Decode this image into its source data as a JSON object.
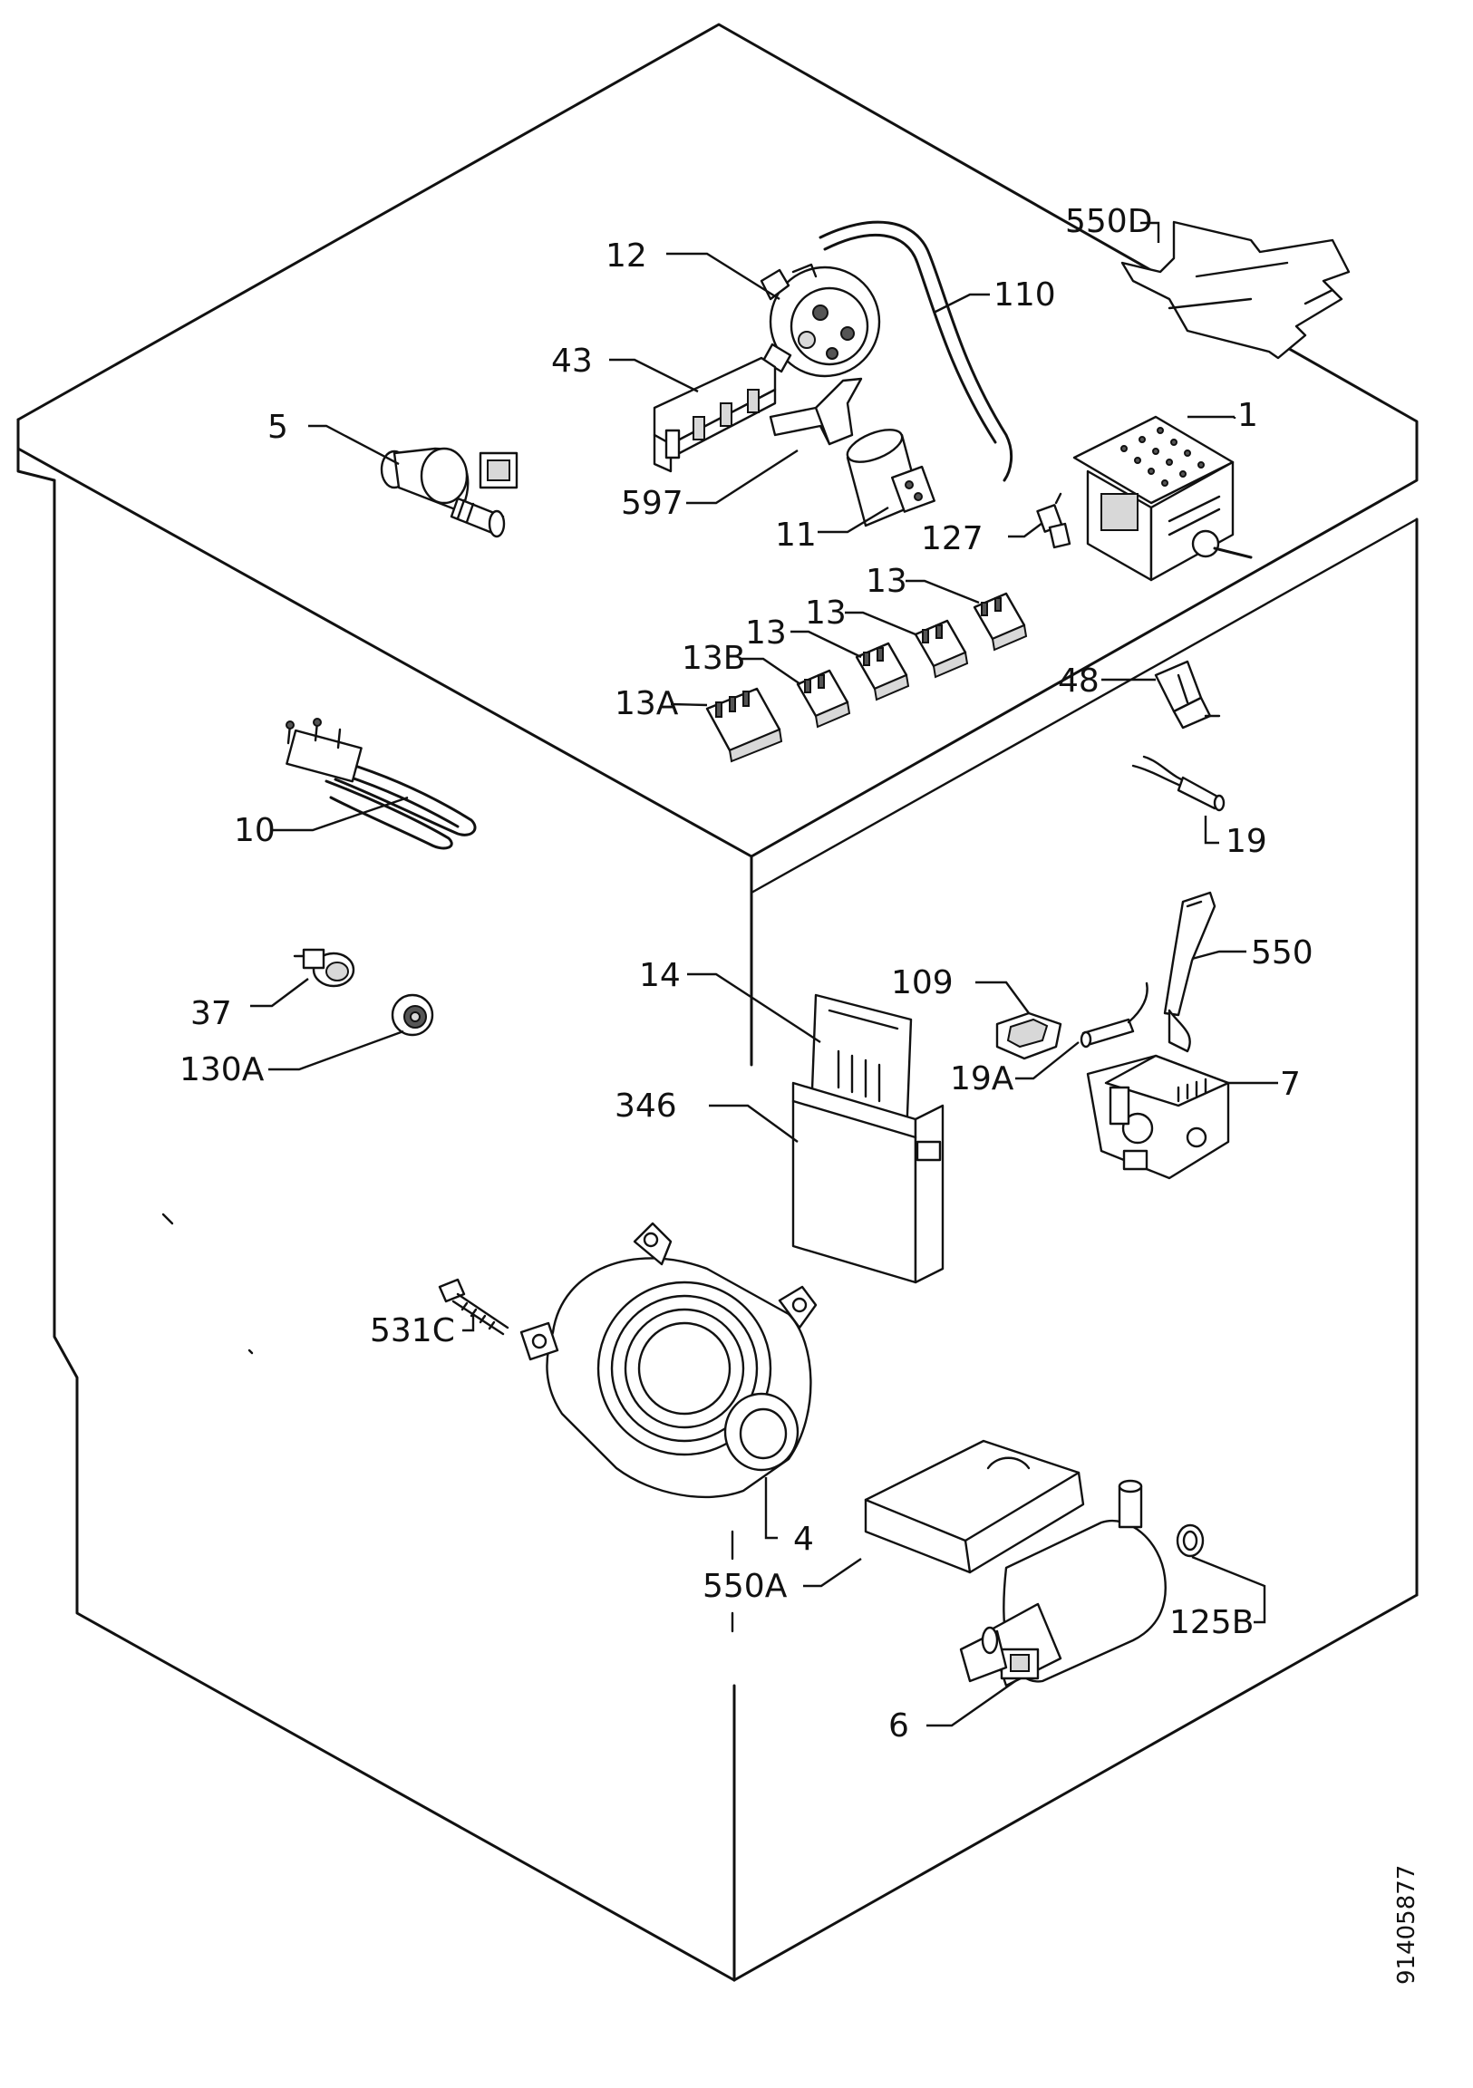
{
  "diagram": {
    "doc_number": "91405877",
    "parts": [
      {
        "id": "p1",
        "label": "1"
      },
      {
        "id": "p4",
        "label": "4"
      },
      {
        "id": "p5",
        "label": "5"
      },
      {
        "id": "p6",
        "label": "6"
      },
      {
        "id": "p7",
        "label": "7"
      },
      {
        "id": "p10",
        "label": "10"
      },
      {
        "id": "p11",
        "label": "11"
      },
      {
        "id": "p12",
        "label": "12"
      },
      {
        "id": "p13a",
        "label": "13"
      },
      {
        "id": "p13b",
        "label": "13"
      },
      {
        "id": "p13c",
        "label": "13"
      },
      {
        "id": "p13A",
        "label": "13A"
      },
      {
        "id": "p13B",
        "label": "13B"
      },
      {
        "id": "p14",
        "label": "14"
      },
      {
        "id": "p19",
        "label": "19"
      },
      {
        "id": "p19A",
        "label": "19A"
      },
      {
        "id": "p37",
        "label": "37"
      },
      {
        "id": "p43",
        "label": "43"
      },
      {
        "id": "p48",
        "label": "48"
      },
      {
        "id": "p109",
        "label": "109"
      },
      {
        "id": "p110",
        "label": "110"
      },
      {
        "id": "p125B",
        "label": "125B"
      },
      {
        "id": "p127",
        "label": "127"
      },
      {
        "id": "p130A",
        "label": "130A"
      },
      {
        "id": "p346",
        "label": "346"
      },
      {
        "id": "p531C",
        "label": "531C"
      },
      {
        "id": "p550",
        "label": "550"
      },
      {
        "id": "p550A",
        "label": "550A"
      },
      {
        "id": "p550D",
        "label": "550D"
      },
      {
        "id": "p597",
        "label": "597"
      }
    ]
  }
}
